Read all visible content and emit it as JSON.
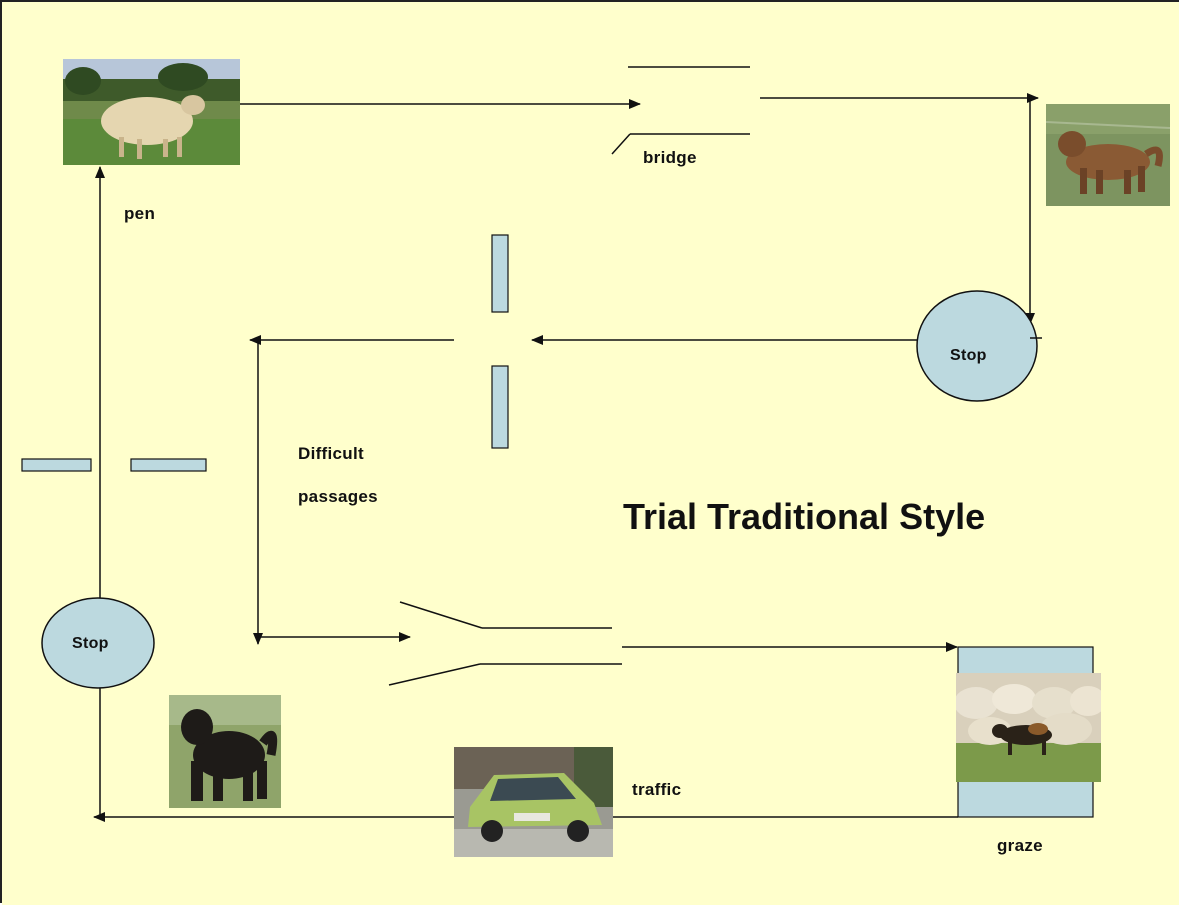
{
  "title": "Trial Traditional Style",
  "labels": {
    "pen": "pen",
    "bridge": "bridge",
    "difficult_line1": "Difficult",
    "difficult_line2": "passages",
    "traffic": "traffic",
    "graze": "graze"
  },
  "stops": {
    "right": "Stop",
    "left": "Stop"
  },
  "colors": {
    "background": "#ffffcc",
    "obstacle_fill": "#bcd9df",
    "line": "#111111"
  },
  "images": {
    "sheep": "sheep photo",
    "brown_dog": "brown dog photo",
    "black_dog": "black dog photo",
    "car": "green car photo",
    "flock": "sheep flock with dog photo"
  }
}
